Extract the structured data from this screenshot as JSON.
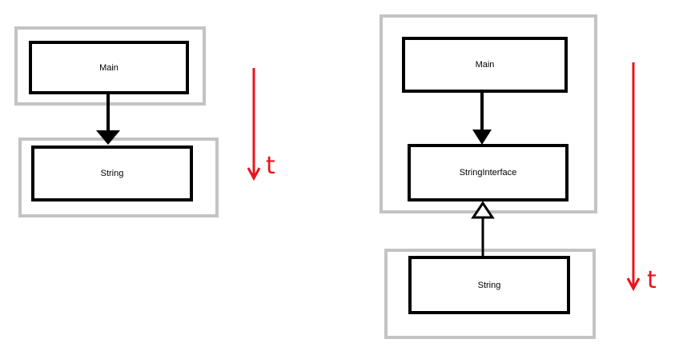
{
  "left_diagram": {
    "top_box_label": "Main",
    "bottom_box_label": "String",
    "time_label": "t"
  },
  "right_diagram": {
    "top_box_label": "Main",
    "middle_box_label": "StringInterface",
    "bottom_box_label": "String",
    "time_label": "t"
  },
  "colors": {
    "box_border": "#000000",
    "group_border": "#c3c3c3",
    "time_arrow": "#e8141c"
  }
}
